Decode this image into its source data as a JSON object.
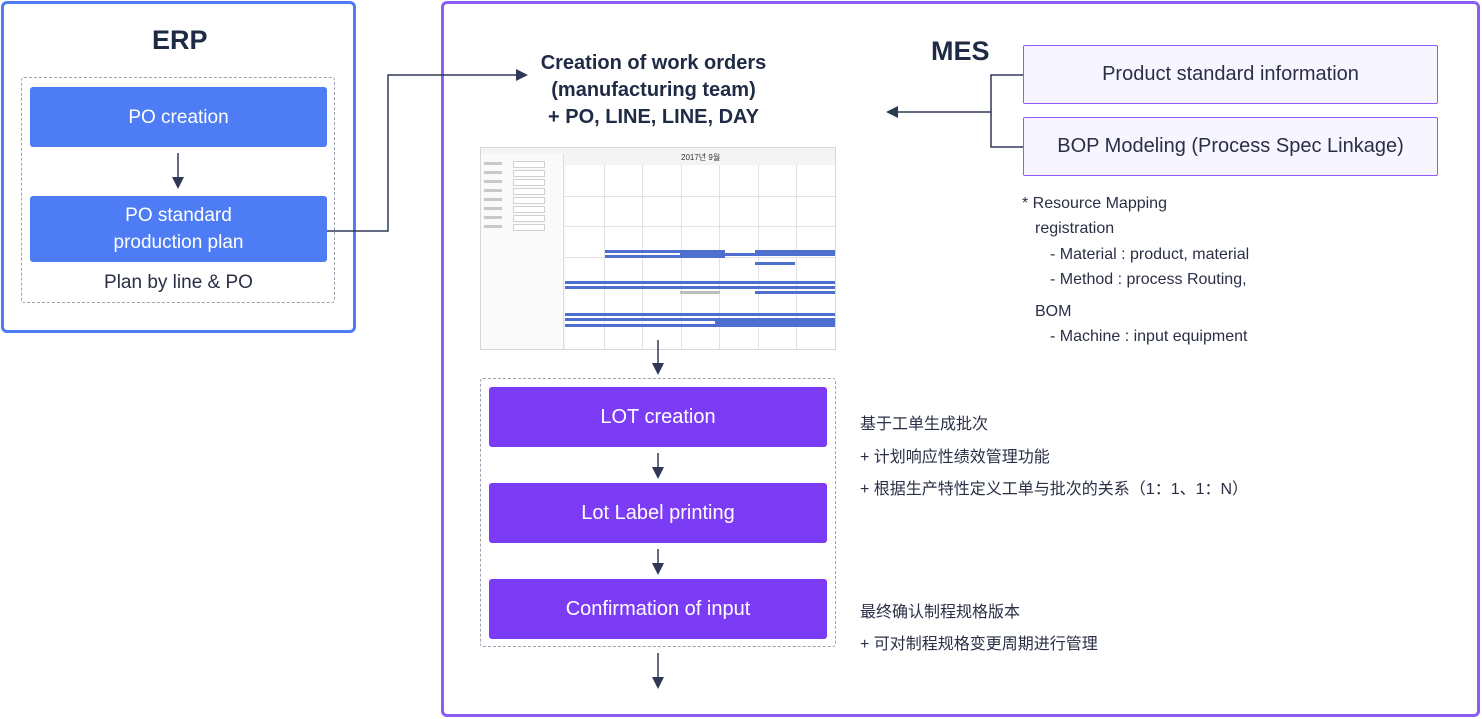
{
  "erp": {
    "title": "ERP",
    "po_creation": "PO creation",
    "po_plan_line1": "PO standard",
    "po_plan_line2": "production plan",
    "plan_caption": "Plan by line & PO"
  },
  "mes": {
    "title": "MES",
    "work_orders_line1": "Creation of work orders",
    "work_orders_line2": "(manufacturing team)",
    "work_orders_line3": "+ PO, LINE, LINE, DAY",
    "product_info": "Product standard information",
    "bop_modeling": "BOP Modeling (Process Spec Linkage)",
    "resource_notes": [
      "* Resource Mapping",
      "registration",
      "- Material : product, material",
      "- Method : process Routing,",
      "BOM",
      "- Machine : input equipment"
    ],
    "calendar_header": "2017년 9월",
    "lot_creation": "LOT creation",
    "lot_label": "Lot Label printing",
    "confirmation": "Confirmation of input",
    "lot_notes": [
      "基于工单生成批次",
      "+ 计划响应性绩效管理功能",
      "+ 根据生产特性定义工单与批次的关系（1：1、1：N）"
    ],
    "confirm_notes": [
      "最终确认制程规格版本",
      "+ 可对制程规格变更周期进行管理"
    ]
  },
  "colors": {
    "erp_accent": "#4d7cf5",
    "mes_accent": "#8b5cf6",
    "mes_button": "#7c3cf5"
  }
}
